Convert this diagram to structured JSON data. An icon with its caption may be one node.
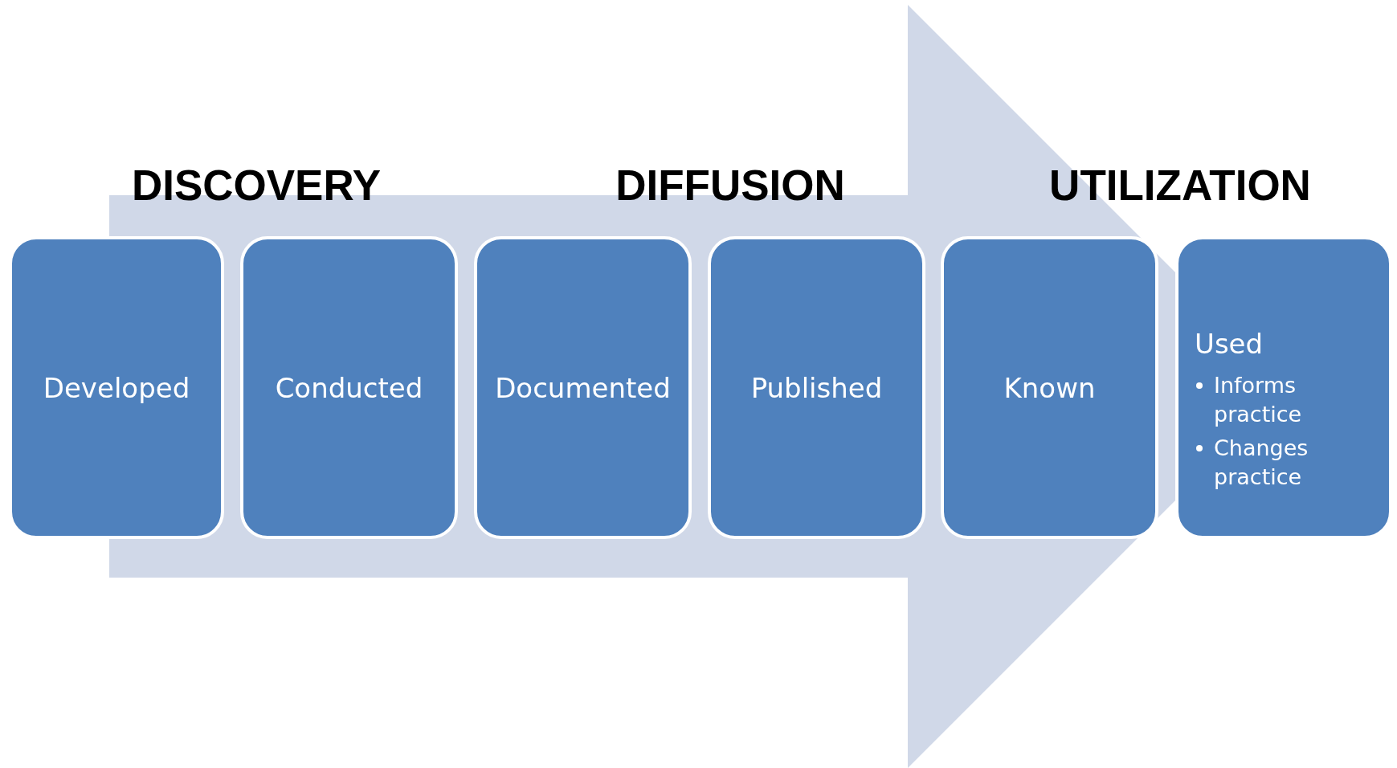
{
  "diagram": {
    "nodes": [
      {
        "text": [
          "Developed"
        ]
      },
      {
        "text": [
          "Conducted"
        ]
      },
      {
        "text": [
          "Documented"
        ]
      },
      {
        "text": [
          "Published"
        ]
      },
      {
        "text": [
          "Known"
        ]
      },
      {
        "text": [
          "Used",
          "Informs practice",
          "Changes practice"
        ]
      }
    ],
    "edges": [
      {
        "from": 0,
        "to": 5,
        "arrow": "to"
      }
    ],
    "labels": [
      "DISCOVERY",
      "DIFFUSION",
      "UTILIZATION"
    ]
  }
}
